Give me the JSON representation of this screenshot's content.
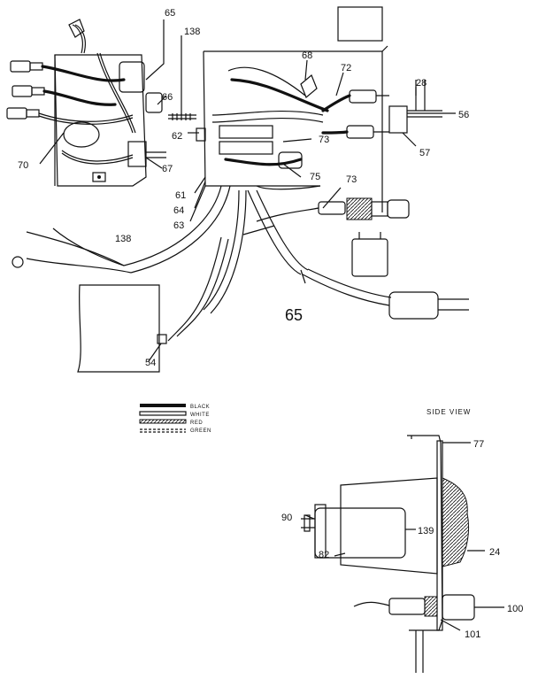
{
  "labels": {
    "p65_top": "65",
    "p138_top": "138",
    "p68": "68",
    "p72": "72",
    "p28": "28",
    "p56": "56",
    "p66": "66",
    "p62": "62",
    "p73a": "73",
    "p57": "57",
    "p70": "70",
    "p67": "67",
    "p75": "75",
    "p73b": "73",
    "p61": "61",
    "p64": "64",
    "p63": "63",
    "p138_mid": "138",
    "p65_big": "65",
    "p54": "54",
    "p77": "77",
    "p90": "90",
    "p139": "139",
    "p82": "82",
    "p24": "24",
    "p100": "100",
    "p101": "101"
  },
  "legend": {
    "black": "BLACK",
    "white": "WHITE",
    "red": "RED",
    "green": "GREEN"
  },
  "side_view": "SIDE VIEW"
}
